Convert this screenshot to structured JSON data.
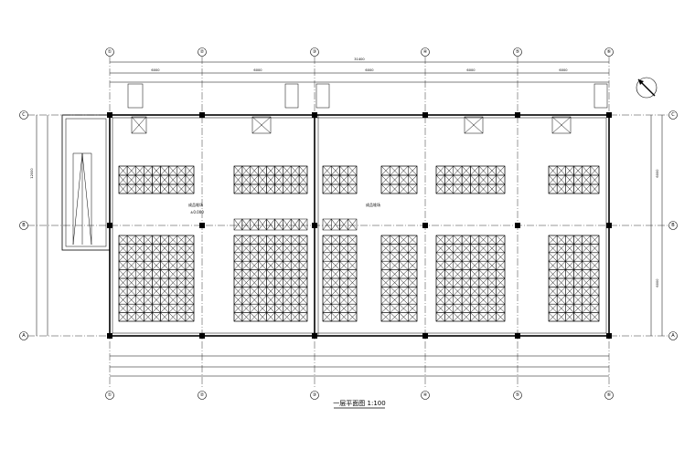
{
  "drawing_title": "一层平面图 1:100",
  "grid_top": [
    "①",
    "②",
    "③",
    "④",
    "⑤",
    "⑥"
  ],
  "grid_side": [
    "C",
    "B",
    "A"
  ],
  "overall_dim": "31400",
  "bay_dims": [
    "6000",
    "6000",
    "6000",
    "6000",
    "6000"
  ],
  "room_labels": [
    "成品堆场",
    "成品堆场"
  ],
  "level_mark": "±0.000",
  "side_dims": [
    "12000",
    "6000",
    "6000"
  ],
  "compass_icon": "north-arrow-icon"
}
